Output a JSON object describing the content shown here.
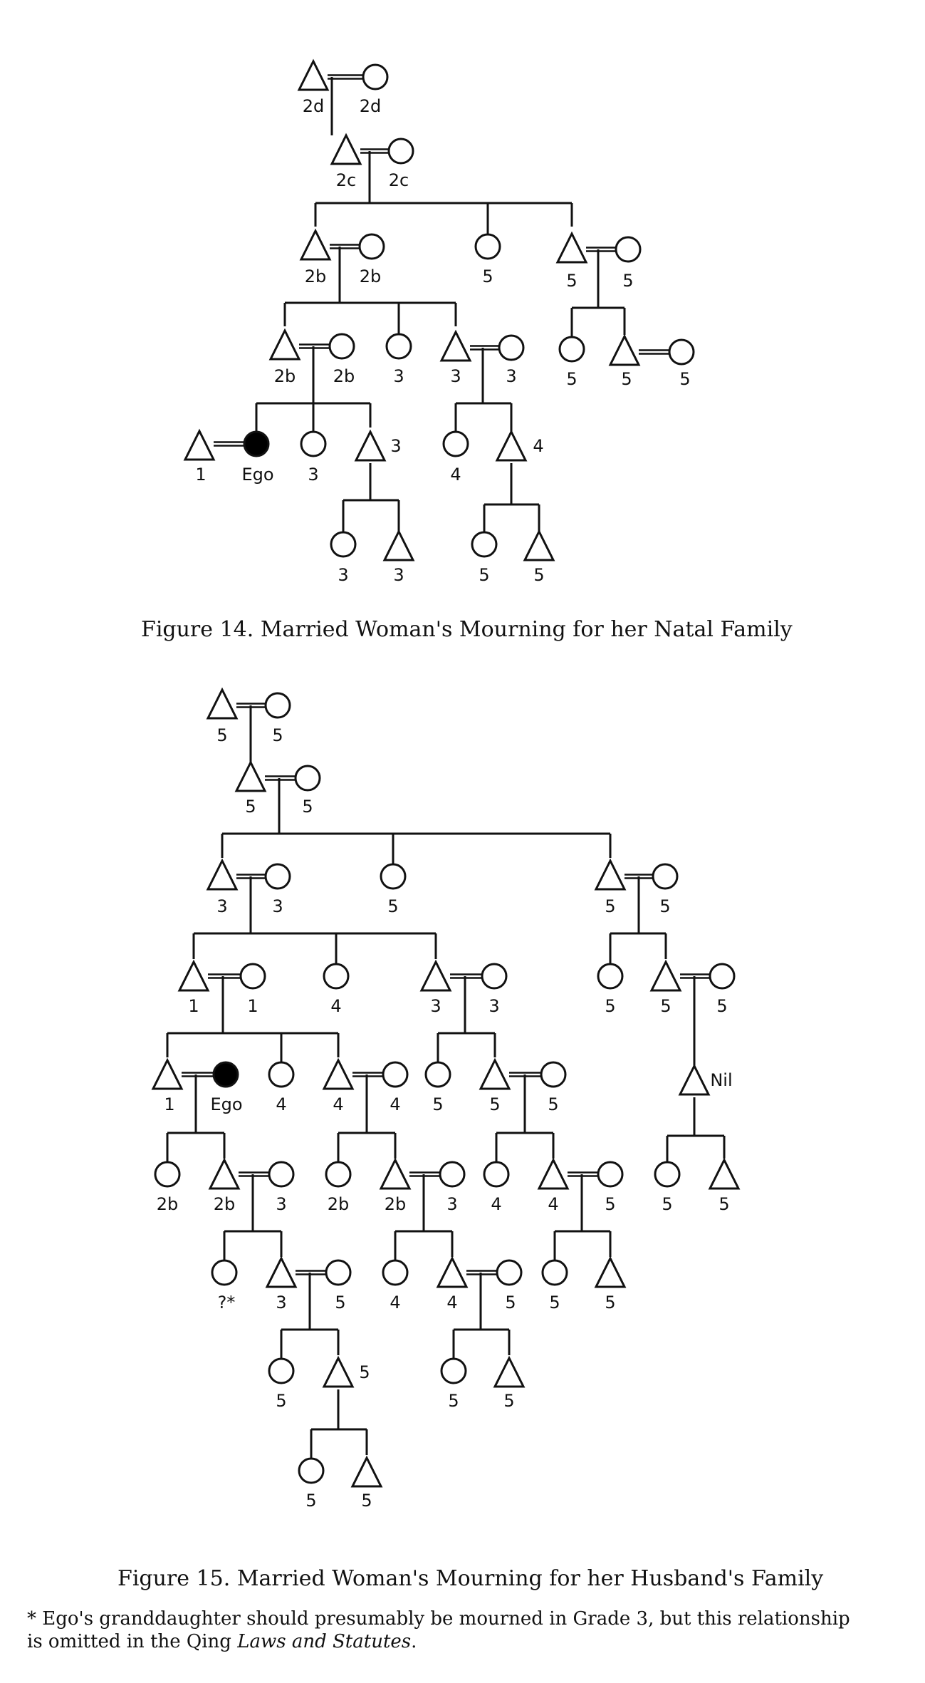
{
  "figure14": {
    "caption": "Figure 14. Married Woman's Mourning for her Natal Family",
    "labels": {
      "gen1_husband": "2d",
      "gen1_wife": "2d",
      "gen2_husband": "2c",
      "gen2_wife": "2c",
      "gen3_father_m": "2b",
      "gen3_father_f": "2b",
      "gen3_aunt": "5",
      "gen3_uncle_m": "5",
      "gen3_uncle_f": "5",
      "gen4_parent_m": "2b",
      "gen4_parent_f": "2b",
      "gen4_sibling": "3",
      "gen4_brother_m": "3",
      "gen4_brother_f": "3",
      "gen4_cousin_f": "5",
      "gen4_cousin_m": "5",
      "gen4_cousin_wife": "5",
      "gen5_husband": "1",
      "gen5_ego": "Ego",
      "gen5_sister": "3",
      "gen5_brother": "3",
      "gen5_niece": "4",
      "gen5_nephew": "4",
      "gen6_a_f": "3",
      "gen6_a_m": "3",
      "gen6_b_f": "5",
      "gen6_b_m": "5"
    }
  },
  "figure15": {
    "caption": "Figure 15. Married Woman's Mourning for her Husband's Family",
    "labels": {
      "g1_m": "5",
      "g1_f": "5",
      "g2_m": "5",
      "g2_f": "5",
      "g3_left_m": "3",
      "g3_left_f": "3",
      "g3_mid": "5",
      "g3_right_m": "5",
      "g3_right_f": "5",
      "g4_hp_m": "1",
      "g4_hp_f": "1",
      "g4_aunt": "4",
      "g4_uncle_m": "3",
      "g4_uncle_f": "3",
      "g4_r_c": "5",
      "g4_r_m": "5",
      "g4_r_f": "5",
      "g5_husband": "1",
      "g5_ego": "Ego",
      "g5_hsister": "4",
      "g5_hbro_m": "4",
      "g5_hbro_f": "4",
      "g5_cous_f": "5",
      "g5_cous_m": "5",
      "g5_cous_w": "5",
      "g5_nil": "Nil",
      "g6_dau": "2b",
      "g6_son": "2b",
      "g6_son_w": "3",
      "g6_n_dau": "2b",
      "g6_n_son": "2b",
      "g6_n_son_w": "3",
      "g6_c_f": "4",
      "g6_c_m": "4",
      "g6_c_w": "5",
      "g6_nil_f": "5",
      "g6_nil_m": "5",
      "g7_gdau": "?*",
      "g7_gson": "3",
      "g7_gson_w": "5",
      "g7_n_f": "4",
      "g7_n_m": "4",
      "g7_n_w": "5",
      "g7_c_f": "5",
      "g7_c_m": "5",
      "g8_f": "5",
      "g8_m": "5",
      "g8_n_f": "5",
      "g8_n_m": "5",
      "g9_f": "5",
      "g9_m": "5"
    }
  },
  "footnote": {
    "line1": "* Ego's granddaughter should presumably be mourned in Grade 3, but this relationship",
    "line2_prefix": "is omitted in the Qing ",
    "line2_italic": "Laws and Statutes",
    "line2_suffix": "."
  }
}
